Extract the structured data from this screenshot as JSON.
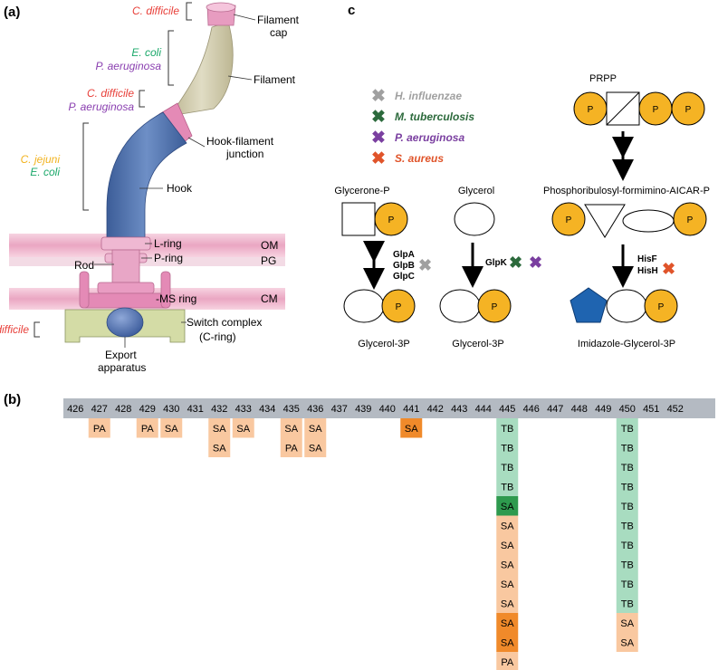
{
  "panel_a": {
    "letter": "(a)",
    "species_cap": "C. difficile",
    "species_filament_1": "E. coli",
    "species_filament_2": "P. aeruginosa",
    "species_junction_1": "C. difficile",
    "species_junction_2": "P. aeruginosa",
    "species_hook_1": "C. jejuni",
    "species_hook_2": "E. coli",
    "species_switch": "C. difficile",
    "label_filament_cap_1": "Filament",
    "label_filament_cap_2": "cap",
    "label_filament": "Filament",
    "label_junction_1": "Hook-filament",
    "label_junction_2": "junction",
    "label_hook": "Hook",
    "label_lring": "L-ring",
    "label_pring": "P-ring",
    "label_rod": "Rod",
    "label_msring": "-MS ring",
    "label_switch_1": "Switch complex",
    "label_switch_2": "(C-ring)",
    "label_export_1": "Export",
    "label_export_2": "apparatus",
    "label_om": "OM",
    "label_pg": "PG",
    "label_cm": "CM",
    "colors": {
      "red": "#e8403a",
      "green": "#1aa86a",
      "purple": "#8a3fb0",
      "yellow": "#f2b31f",
      "pink": "#e9a0c4",
      "membrane": "#f4c6d8",
      "hook_blue": "#4a6fae",
      "filament": "#c9c3a2",
      "c_ring": "#d8dfb0"
    }
  },
  "panel_c": {
    "letter": "c",
    "legend": [
      {
        "name": "H. influenzae",
        "color": "#a0a0a0"
      },
      {
        "name": "M. tuberculosis",
        "color": "#2c6a3c"
      },
      {
        "name": "P. aeruginosa",
        "color": "#7a3fa0"
      },
      {
        "name": "S. aureus",
        "color": "#e0542a"
      }
    ],
    "prpp": "PRPP",
    "glycerone_p": "Glycerone-P",
    "glycerol": "Glycerol",
    "prfar": "Phosphoribulosyl-formimino-AICAR-P",
    "glycerol3p_1": "Glycerol-3P",
    "glycerol3p_2": "Glycerol-3P",
    "imidazole": "Imidazole-Glycerol-3P",
    "glpA": "GlpA",
    "glpB": "GlpB",
    "glpC": "GlpC",
    "glpK": "GlpK",
    "hisF": "HisF",
    "hisH": "HisH",
    "p": "P",
    "orange": "#f5b324"
  },
  "panel_b": {
    "letter": "(b)",
    "positions": [
      "426",
      "427",
      "428",
      "429",
      "430",
      "431",
      "432",
      "433",
      "434",
      "435",
      "436",
      "437",
      "439",
      "440",
      "441",
      "442",
      "443",
      "444",
      "445",
      "446",
      "447",
      "448",
      "449",
      "450",
      "451",
      "452"
    ],
    "columns": [
      {
        "pos_index": 1,
        "cells": [
          {
            "t": "PA",
            "c": "#f9c8a0"
          }
        ]
      },
      {
        "pos_index": 3,
        "cells": [
          {
            "t": "PA",
            "c": "#f9c8a0"
          }
        ]
      },
      {
        "pos_index": 4,
        "cells": [
          {
            "t": "SA",
            "c": "#f9c8a0"
          }
        ]
      },
      {
        "pos_index": 6,
        "cells": [
          {
            "t": "SA",
            "c": "#f9c8a0"
          },
          {
            "t": "SA",
            "c": "#f9c8a0"
          }
        ]
      },
      {
        "pos_index": 7,
        "cells": [
          {
            "t": "SA",
            "c": "#f9c8a0"
          }
        ]
      },
      {
        "pos_index": 9,
        "cells": [
          {
            "t": "SA",
            "c": "#f9c8a0"
          },
          {
            "t": "PA",
            "c": "#f9c8a0"
          }
        ]
      },
      {
        "pos_index": 10,
        "cells": [
          {
            "t": "SA",
            "c": "#f9c8a0"
          },
          {
            "t": "SA",
            "c": "#f9c8a0"
          }
        ]
      },
      {
        "pos_index": 14,
        "cells": [
          {
            "t": "SA",
            "c": "#f08a2a"
          }
        ]
      },
      {
        "pos_index": 18,
        "cells": [
          {
            "t": "TB",
            "c": "#a8dcc0"
          },
          {
            "t": "TB",
            "c": "#a8dcc0"
          },
          {
            "t": "TB",
            "c": "#a8dcc0"
          },
          {
            "t": "TB",
            "c": "#a8dcc0"
          },
          {
            "t": "SA",
            "c": "#2e9a4e"
          },
          {
            "t": "SA",
            "c": "#f9c8a0"
          },
          {
            "t": "SA",
            "c": "#f9c8a0"
          },
          {
            "t": "SA",
            "c": "#f9c8a0"
          },
          {
            "t": "SA",
            "c": "#f9c8a0"
          },
          {
            "t": "SA",
            "c": "#f9c8a0"
          },
          {
            "t": "SA",
            "c": "#f08a2a"
          },
          {
            "t": "SA",
            "c": "#f08a2a"
          },
          {
            "t": "PA",
            "c": "#f9c8a0"
          }
        ]
      },
      {
        "pos_index": 23,
        "cells": [
          {
            "t": "TB",
            "c": "#a8dcc0"
          },
          {
            "t": "TB",
            "c": "#a8dcc0"
          },
          {
            "t": "TB",
            "c": "#a8dcc0"
          },
          {
            "t": "TB",
            "c": "#a8dcc0"
          },
          {
            "t": "TB",
            "c": "#a8dcc0"
          },
          {
            "t": "TB",
            "c": "#a8dcc0"
          },
          {
            "t": "TB",
            "c": "#a8dcc0"
          },
          {
            "t": "TB",
            "c": "#a8dcc0"
          },
          {
            "t": "TB",
            "c": "#a8dcc0"
          },
          {
            "t": "TB",
            "c": "#a8dcc0"
          },
          {
            "t": "SA",
            "c": "#f9c8a0"
          },
          {
            "t": "SA",
            "c": "#f9c8a0"
          }
        ]
      }
    ],
    "header_bg": "#b4bac2"
  }
}
